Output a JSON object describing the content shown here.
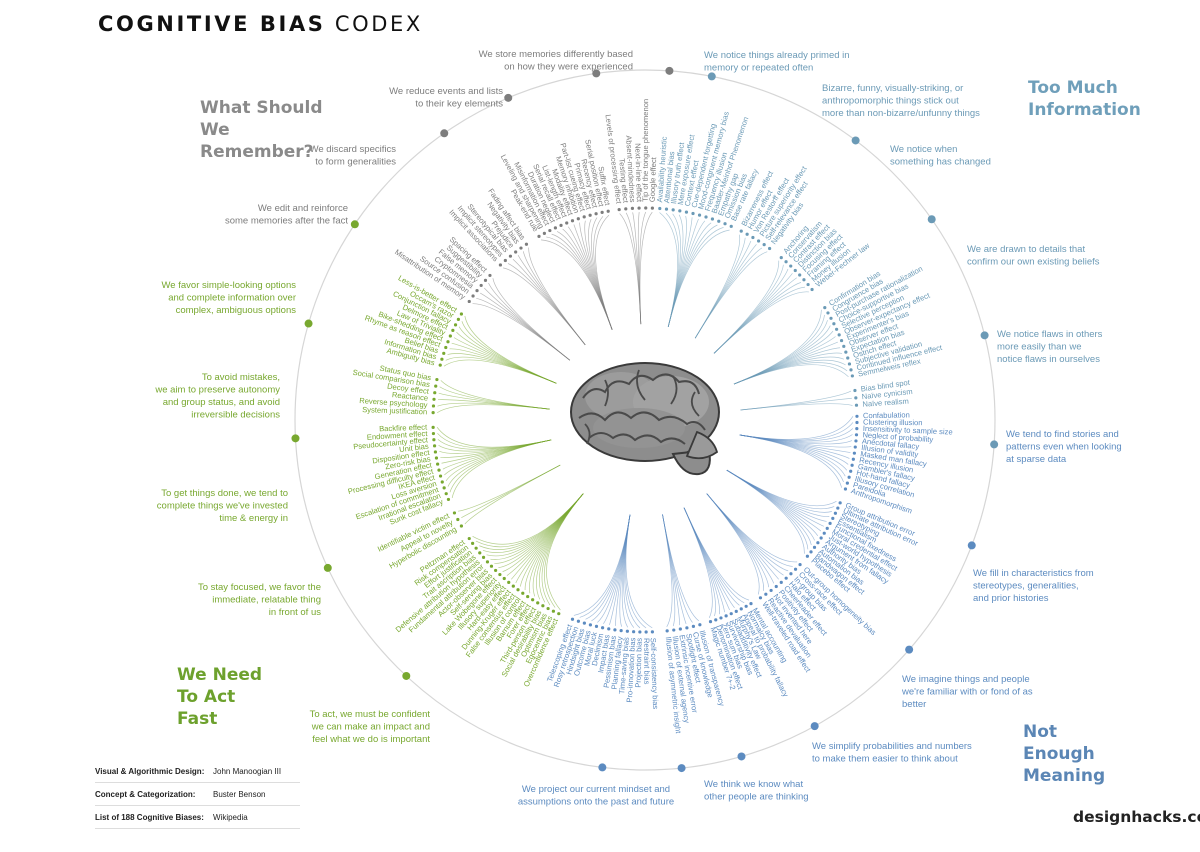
{
  "title": {
    "bold": "COGNITIVE BIAS",
    "light": "CODEX"
  },
  "quadrants": {
    "remember": "What Should We Remember?",
    "too_much": "Too Much Information",
    "act_fast": "We Need To Act Fast",
    "not_enough": "Not Enough Meaning"
  },
  "colors": {
    "gray": "#7d7d7d",
    "blue_light": "#6b9ab6",
    "blue": "#5c8bc0",
    "green": "#78a82f"
  },
  "groups": [
    {
      "id": "primed",
      "color": "blue_light",
      "label": [
        "We notice things already primed in",
        "memory or repeated often"
      ],
      "items": [
        "Availability heuristic",
        "Attentional bias",
        "Illusory truth effect",
        "Mere exposure effect",
        "Context effect",
        "Cue-dependent forgetting",
        "Mood-congruent memory bias",
        "Frequency illusion",
        "Baader-Meinhof Phenomenon",
        "Empathy gap",
        "Omission bias",
        "Base rate fallacy"
      ]
    },
    {
      "id": "bizarre",
      "color": "blue_light",
      "label": [
        "Bizarre, funny, visually-striking, or",
        "anthropomorphic things stick out",
        "more than non-bizarre/unfunny things"
      ],
      "items": [
        "Bizarreness effect",
        "Humor effect",
        "Von Restorff effect",
        "Picture superiority effect",
        "Self-relevance effect",
        "Negativity bias"
      ]
    },
    {
      "id": "changed",
      "color": "blue_light",
      "label": [
        "We notice when",
        "something has changed"
      ],
      "items": [
        "Anchoring",
        "Conservatism",
        "Contrast effect",
        "Distinction bias",
        "Focusing effect",
        "Framing effect",
        "Money illusion",
        "Weber-Fechner law"
      ]
    },
    {
      "id": "confirm",
      "color": "blue_light",
      "label": [
        "We are drawn to details that",
        "confirm our own existing beliefs"
      ],
      "items": [
        "Confirmation bias",
        "Congruence bias",
        "Post-purchase rationalization",
        "Choice-supportive bias",
        "Selective perception",
        "Observer-expectancy effect",
        "Experimenter's bias",
        "Observer effect",
        "Expectation bias",
        "Ostrich effect",
        "Subjective validation",
        "Continued influence effect",
        "Semmelweis reflex"
      ]
    },
    {
      "id": "flaws",
      "color": "blue_light",
      "label": [
        "We notice flaws in others",
        "more easily than we",
        "notice flaws in ourselves"
      ],
      "items": [
        "Bias blind spot",
        "Naïve cynicism",
        "Naïve realism"
      ]
    },
    {
      "id": "stories",
      "color": "blue",
      "label": [
        "We tend to find stories and",
        "patterns even when looking",
        "at sparse data"
      ],
      "items": [
        "Confabulation",
        "Clustering illusion",
        "Insensitivity to sample size",
        "Neglect of probability",
        "Anecdotal fallacy",
        "Illusion of validity",
        "Masked man fallacy",
        "Recency illusion",
        "Gambler's fallacy",
        "Hot-hand fallacy",
        "Illusory correlation",
        "Pareidolia",
        "Anthropomorphism"
      ]
    },
    {
      "id": "fillin",
      "color": "blue",
      "label": [
        "We fill in characteristics from",
        "stereotypes, generalities,",
        "and prior histories"
      ],
      "items": [
        "Group attribution error",
        "Ultimate attribution error",
        "Stereotyping",
        "Essentialism",
        "Functional fixedness",
        "Moral credential effect",
        "Just-world hypothesis",
        "Argument from fallacy",
        "Authority bias",
        "Automation bias",
        "Bandwagon effect",
        "Placebo effect"
      ]
    },
    {
      "id": "familiar",
      "color": "blue",
      "label": [
        "We imagine things and people",
        "we're familiar with or fond of as",
        "better"
      ],
      "items": [
        "Out-group homogeneity bias",
        "Cross-race effect",
        "In-group bias",
        "Halo effect",
        "Cheerleader effect",
        "Positivity effect",
        "Not invented here",
        "Reactive devaluation",
        "Well-traveled road effect"
      ]
    },
    {
      "id": "simplify",
      "color": "blue",
      "label": [
        "We simplify probabilities and numbers",
        "to make them easier to think about"
      ],
      "items": [
        "Mental accounting",
        "Normalcy bias",
        "Appeal to probability fallacy",
        "Murphy's Law",
        "Subadditivity effect",
        "Survivorship bias",
        "Zero sum bias",
        "Denomination effect",
        "Magic number 7+-2"
      ]
    },
    {
      "id": "think",
      "color": "blue",
      "label": [
        "We think we know what",
        "other people are thinking"
      ],
      "items": [
        "Illusion of transparency",
        "Curse of knowledge",
        "Spotlight effect",
        "Extrinsic incentive error",
        "Illusion of external agency",
        "Illusion of asymmetric insight"
      ]
    },
    {
      "id": "project",
      "color": "blue",
      "label": [
        "We project our current mindset and",
        "assumptions onto the past and future"
      ],
      "items": [
        "Self-consistency bias",
        "Restraint bias",
        "Projection bias",
        "Pro-innovation bias",
        "Time-saving bias",
        "Planning fallacy",
        "Pessimism bias",
        "Impact bias",
        "Declinism",
        "Moral luck",
        "Outcome bias",
        "Hindsight bias",
        "Rosy retrospection",
        "Telescoping effect"
      ]
    },
    {
      "id": "confident",
      "color": "green",
      "label": [
        "To act, we must be confident",
        "we can make an impact and",
        "feel what we do is important"
      ],
      "items": [
        "Overconfidence effect",
        "Egocentric bias",
        "Optimism bias",
        "Social desirability bias",
        "Third-person effect",
        "Forer effect",
        "Barnum effect",
        "Illusion of control",
        "False consensus effect",
        "Dunning-Kruger effect",
        "Hard-easy effect",
        "Illusory superiority",
        "Lake Wobegone effect",
        "Self-serving bias",
        "Actor-observer bias",
        "Fundamental attribution error",
        "Defensive attribution hypothesis",
        "Trait ascription bias",
        "Effort justification",
        "Risk compensation",
        "Peltzman effect"
      ]
    },
    {
      "id": "focused",
      "color": "green",
      "label": [
        "To stay focused, we favor the",
        "immediate, relatable thing",
        "in front of us"
      ],
      "items": [
        "Hyperbolic discounting",
        "Appeal to novelty",
        "Identifiable victim effect"
      ]
    },
    {
      "id": "getdone",
      "color": "green",
      "label": [
        "To get things done, we tend to",
        "complete things we've invested",
        "time & energy in"
      ],
      "items": [
        "Sunk cost fallacy",
        "Irrational escalation",
        "Escalation of commitment",
        "Loss aversion",
        "IKEA effect",
        "Processing difficulty effect",
        "Generation effect",
        "Zero-risk bias",
        "Disposition effect",
        "Unit bias",
        "Pseudocertainty effect",
        "Endowment effect",
        "Backfire effect"
      ]
    },
    {
      "id": "avoid",
      "color": "green",
      "label": [
        "To avoid mistakes,",
        "we aim to preserve autonomy",
        "and group status, and avoid",
        "irreversible decisions"
      ],
      "items": [
        "System justification",
        "Reverse psychology",
        "Reactance",
        "Decoy effect",
        "Social comparison bias",
        "Status quo bias"
      ]
    },
    {
      "id": "simple",
      "color": "green",
      "label": [
        "We favor simple-looking options",
        "and complete information over",
        "complex, ambiguous options"
      ],
      "items": [
        "Ambiguity bias",
        "Information bias",
        "Belief bias",
        "Rhyme as reason effect",
        "Bike-shedding effect",
        "Law of Triviality",
        "Delmore effect",
        "Conjunction fallacy",
        "Occam's razor",
        "Less-is-better effect"
      ]
    },
    {
      "id": "reinforce",
      "color": "gray",
      "label": [
        "We edit and reinforce",
        "some memories after the fact"
      ],
      "items": [
        "Misattribution of memory",
        "Source confusion",
        "Cryptomnesia",
        "False memory",
        "Suggestibility",
        "Spacing effect"
      ]
    },
    {
      "id": "discard",
      "color": "gray",
      "label": [
        "We discard specifics",
        "to form generalities"
      ],
      "items": [
        "Implicit associations",
        "Implicit stereotypes",
        "Stereotypical bias",
        "Prejudice",
        "Negativity bias",
        "Fading affect bias"
      ]
    },
    {
      "id": "reduce",
      "color": "gray",
      "label": [
        "We reduce events and lists",
        "to their key elements"
      ],
      "items": [
        "Peak-end rule",
        "Leveling and sharpening",
        "Misinformation effect",
        "Duration neglect",
        "Serial recall effect",
        "List-length effect",
        "Modality effect",
        "Memory inhibition",
        "Part-list cueing effect",
        "Primacy effect",
        "Recency effect",
        "Serial position effect",
        "Suffix effect"
      ]
    },
    {
      "id": "stored",
      "color": "gray",
      "label": [
        "We store memories differently based",
        "on how they were experienced"
      ],
      "items": [
        "Levels of processing effect",
        "Testing effect",
        "Absent-mindedness",
        "Next-in-line effect",
        "Tip of the tongue phenomenon",
        "Google effect"
      ]
    }
  ],
  "credits": [
    {
      "key": "Visual & Algorithmic Design:",
      "value": "John Manoogian III"
    },
    {
      "key": "Concept & Categorization:",
      "value": "Buster Benson"
    },
    {
      "key": "List of 188 Cognitive Biases:",
      "value": "Wikipedia"
    }
  ],
  "site": "designhacks.co"
}
